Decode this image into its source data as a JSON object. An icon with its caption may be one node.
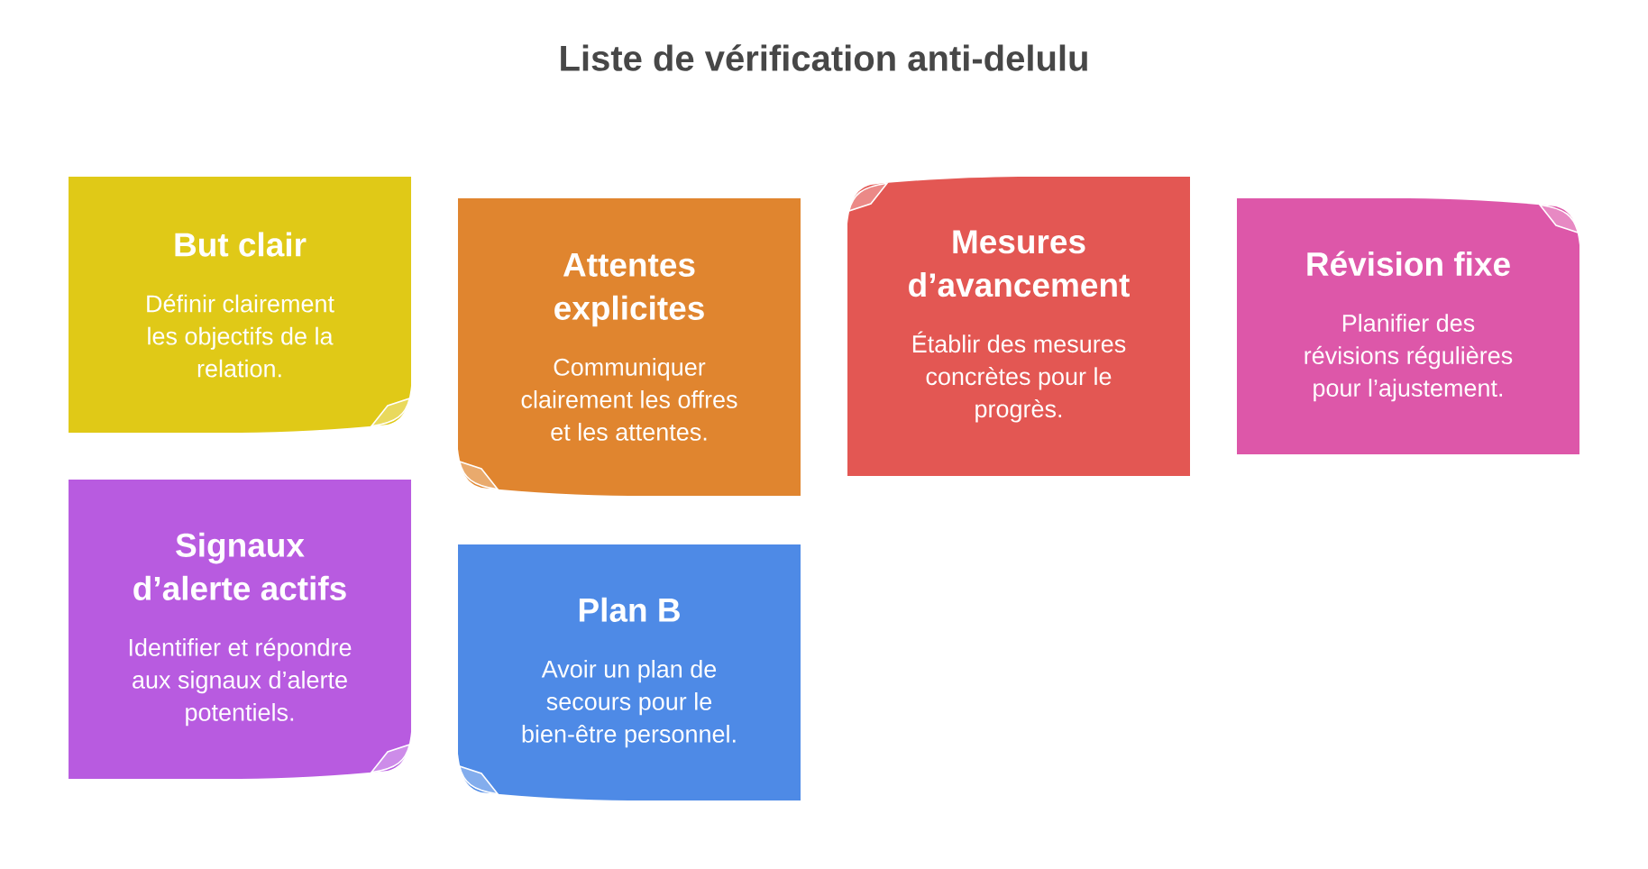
{
  "diagram": {
    "title": "Liste de vérification anti-delulu",
    "nodes": [
      {
        "text": [
          "But clair",
          "Définir clairement les objectifs de la relation."
        ]
      },
      {
        "text": [
          "Attentes explicites",
          "Communiquer clairement les offres et les attentes."
        ]
      },
      {
        "text": [
          "Mesures d’avancement",
          "Établir des mesures concrètes pour le progrès."
        ]
      },
      {
        "text": [
          "Révision fixe",
          "Planifier des révisions régulières pour l’ajustement."
        ]
      },
      {
        "text": [
          "Signaux d’alerte actifs",
          "Identifier et répondre aux signaux d’alerte potentiels."
        ]
      },
      {
        "text": [
          "Plan B",
          "Avoir un plan de secours pour le bien-être personnel."
        ]
      }
    ]
  }
}
